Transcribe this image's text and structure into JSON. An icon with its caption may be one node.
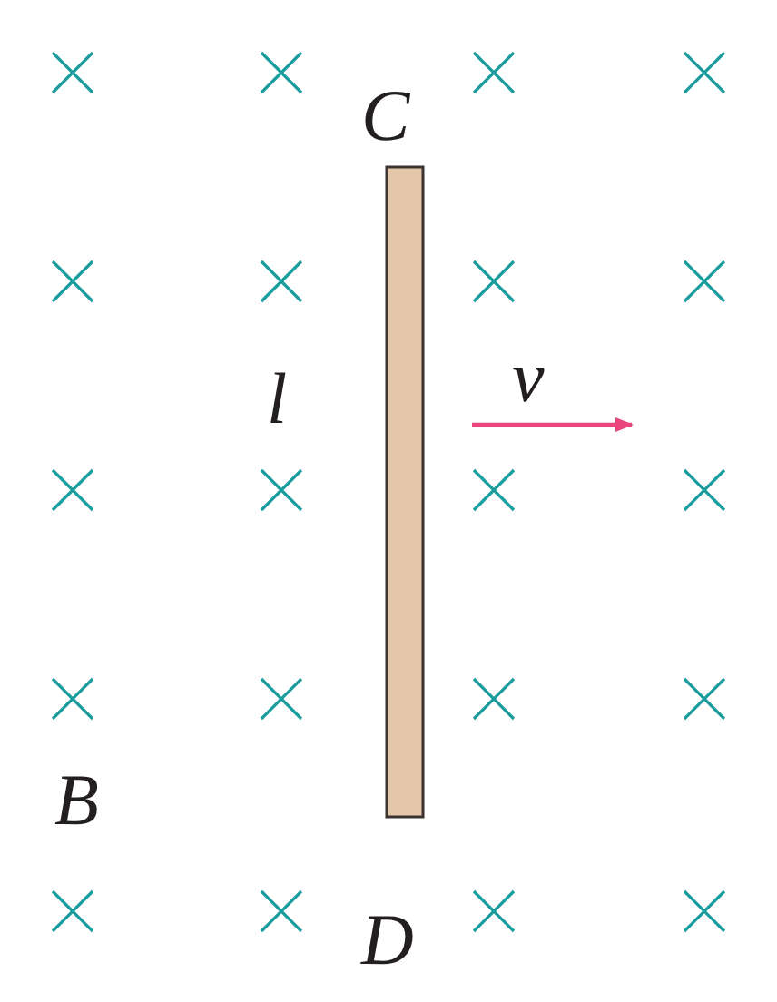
{
  "diagram": {
    "nodes": [
      {
        "text": [],
        "shape": "bar"
      }
    ],
    "labels": [
      "C",
      "v",
      "l",
      "B",
      "D"
    ]
  }
}
